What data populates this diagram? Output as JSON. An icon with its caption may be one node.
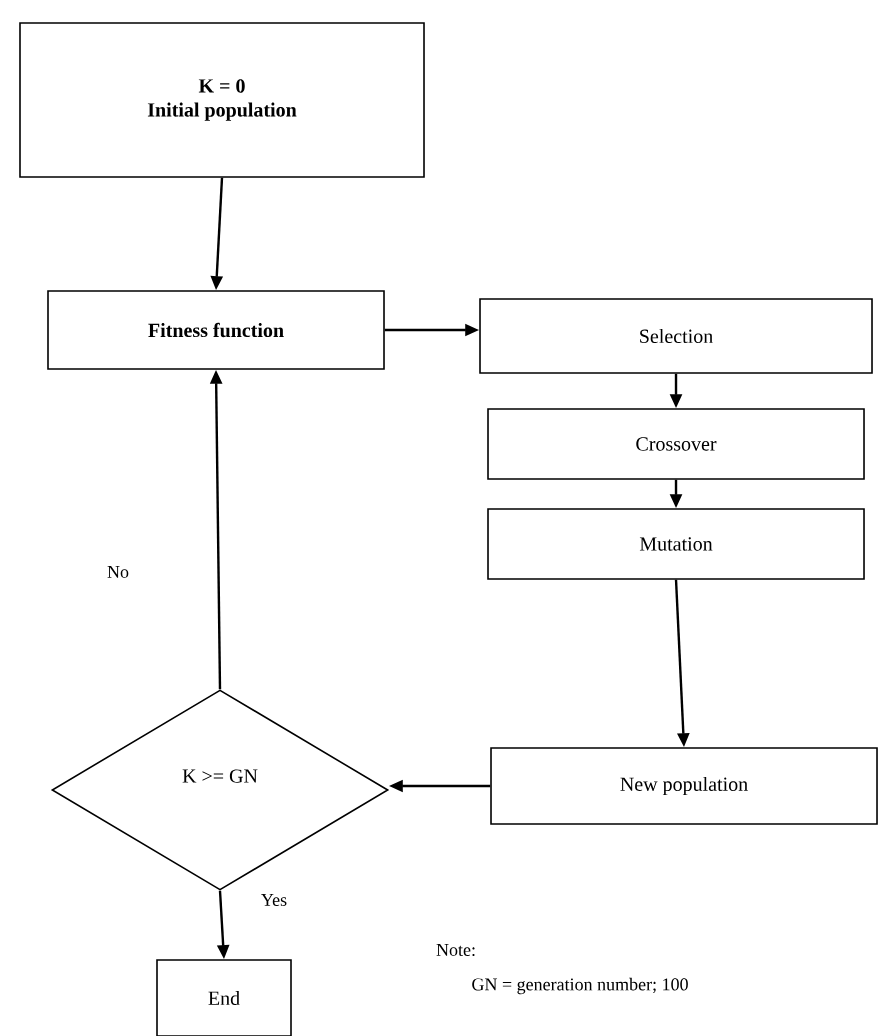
{
  "diagram": {
    "nodes": [
      {
        "text": [
          "K = 0",
          "Initial population"
        ]
      },
      {
        "text": [
          "Fitness function"
        ]
      },
      {
        "text": [
          "Selection"
        ]
      },
      {
        "text": [
          "Crossover"
        ]
      },
      {
        "text": [
          "Mutation"
        ]
      },
      {
        "text": [
          "New population"
        ]
      },
      {
        "text": [
          "K >= GN"
        ]
      },
      {
        "text": [
          "End"
        ]
      }
    ],
    "edges": [
      {
        "from": 0,
        "to": 1,
        "arrow": "to"
      },
      {
        "from": 1,
        "to": 2,
        "arrow": "to"
      },
      {
        "from": 2,
        "to": 3,
        "arrow": "to"
      },
      {
        "from": 3,
        "to": 4,
        "arrow": "to"
      },
      {
        "from": 4,
        "to": 5,
        "arrow": "to"
      },
      {
        "from": 5,
        "to": 6,
        "arrow": "to"
      },
      {
        "from": 6,
        "to": 1,
        "arrow": "to",
        "label": "No"
      },
      {
        "from": 6,
        "to": 7,
        "arrow": "to",
        "label": "Yes"
      }
    ],
    "labels": [
      "Note:",
      "GN = generation number; 100"
    ]
  }
}
